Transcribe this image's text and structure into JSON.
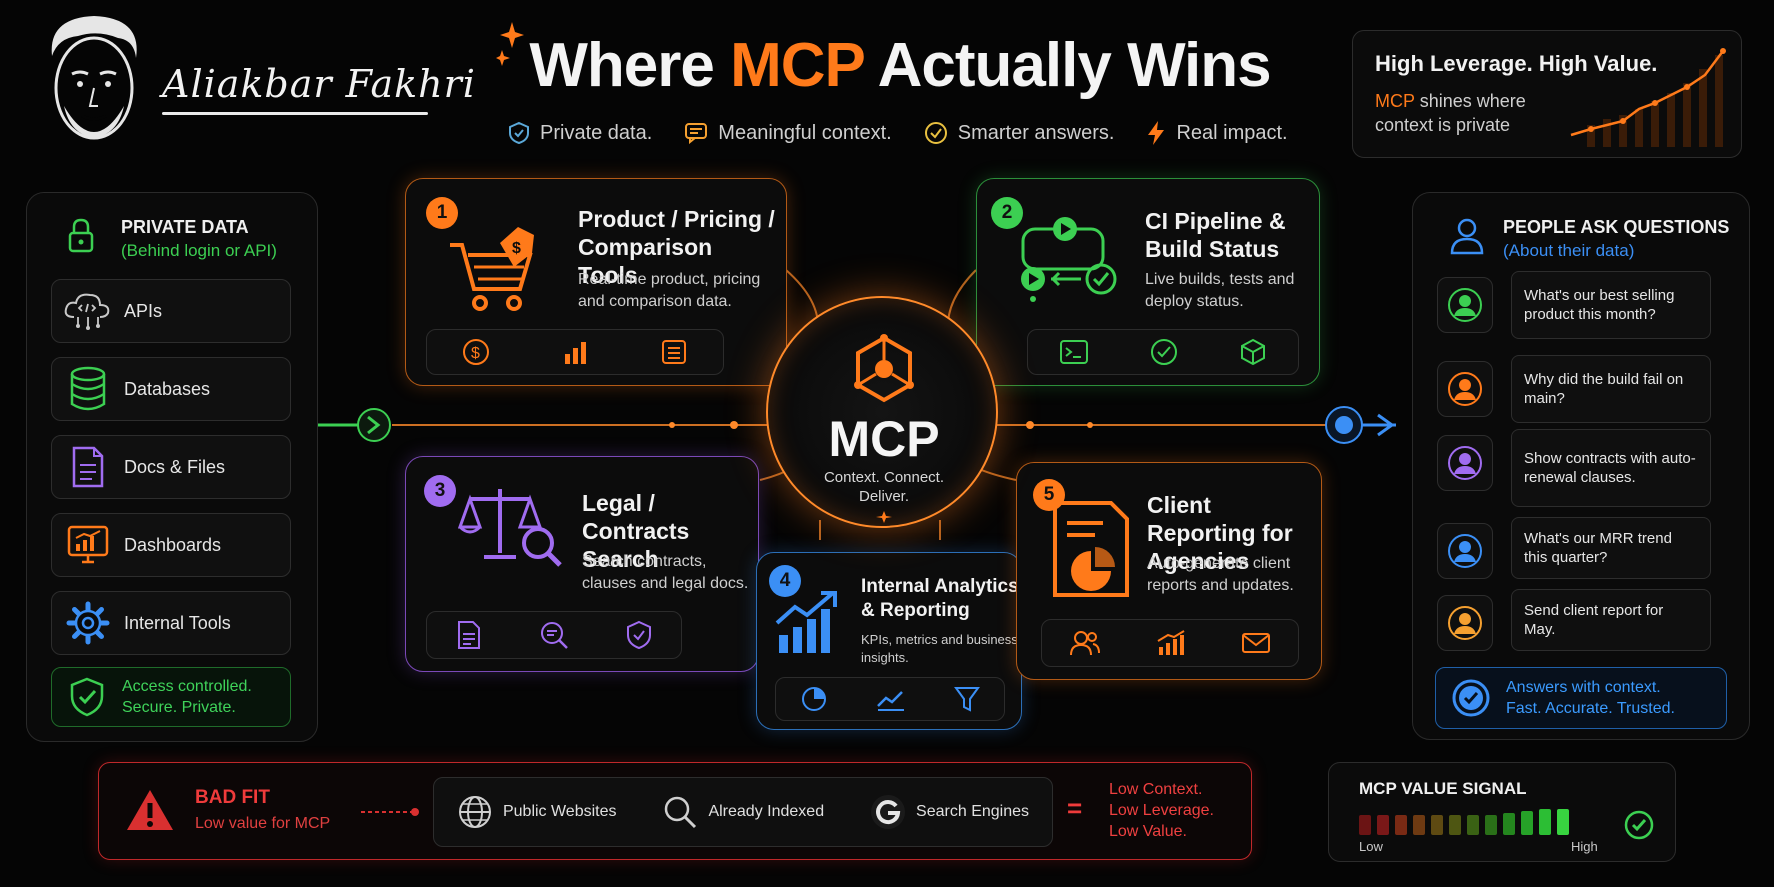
{
  "header": {
    "author": "Aliakbar Fakhri",
    "title_prefix": "Where ",
    "title_accent": "MCP",
    "title_suffix": " Actually Wins",
    "taglines": [
      "Private data.",
      "Meaningful context.",
      "Smarter answers.",
      "Real impact."
    ]
  },
  "value_card": {
    "title": "High Leverage. High Value.",
    "sub_accent": "MCP",
    "sub_rest": " shines where context is private"
  },
  "private_data": {
    "title": "PRIVATE DATA",
    "subtitle": "(Behind login or API)",
    "items": [
      "APIs",
      "Databases",
      "Docs & Files",
      "Dashboards",
      "Internal Tools"
    ],
    "access_line1": "Access controlled.",
    "access_line2": "Secure. Private."
  },
  "hub": {
    "title": "MCP",
    "subtitle": "Context. Connect. Deliver."
  },
  "cards": [
    {
      "num": "1",
      "title": "Product / Pricing / Comparison Tools",
      "desc": "Real-time product, pricing and comparison data.",
      "color": "#ff7a1a",
      "icons": [
        "dollar-icon",
        "bar-chart-icon",
        "list-icon"
      ]
    },
    {
      "num": "2",
      "title": "CI Pipeline & Build Status",
      "desc": "Live builds, tests and deploy status.",
      "color": "#3ccf52",
      "icons": [
        "terminal-icon",
        "check-circle-icon",
        "cube-icon"
      ]
    },
    {
      "num": "3",
      "title": "Legal / Contracts Search",
      "desc": "Search contracts, clauses and legal docs.",
      "color": "#a06cf0",
      "icons": [
        "document-icon",
        "search-doc-icon",
        "shield-check-icon"
      ]
    },
    {
      "num": "4",
      "title": "Internal Analytics & Reporting",
      "desc": "KPIs, metrics and business insights.",
      "color": "#3b8ff5",
      "icons": [
        "pie-chart-icon",
        "trend-line-icon",
        "funnel-icon"
      ]
    },
    {
      "num": "5",
      "title": "Client Reporting for Agencies",
      "desc": "Auto-generate client reports and updates.",
      "color": "#ff7a1a",
      "icons": [
        "users-icon",
        "growth-chart-icon",
        "mail-icon"
      ]
    }
  ],
  "people": {
    "title": "PEOPLE ASK QUESTIONS",
    "subtitle": "(About their data)",
    "questions": [
      {
        "text": "What's our best selling product this month?",
        "color": "#3ccf52"
      },
      {
        "text": "Why did the build fail on main?",
        "color": "#ff7a1a"
      },
      {
        "text": "Show contracts with auto-renewal clauses.",
        "color": "#a06cf0"
      },
      {
        "text": "What's our MRR trend this quarter?",
        "color": "#3b8ff5"
      },
      {
        "text": "Send client report for May.",
        "color": "#f5a030"
      }
    ],
    "answer_line1": "Answers with context.",
    "answer_line2": "Fast. Accurate. Trusted."
  },
  "bad_fit": {
    "title": "BAD FIT",
    "subtitle": "Low value for MCP",
    "items": [
      "Public Websites",
      "Already Indexed",
      "Search Engines"
    ],
    "equals": "=",
    "outcome": [
      "Low Context.",
      "Low Leverage.",
      "Low Value."
    ]
  },
  "signal": {
    "title": "MCP VALUE SIGNAL",
    "low": "Low",
    "high": "High",
    "level_count": 12
  }
}
